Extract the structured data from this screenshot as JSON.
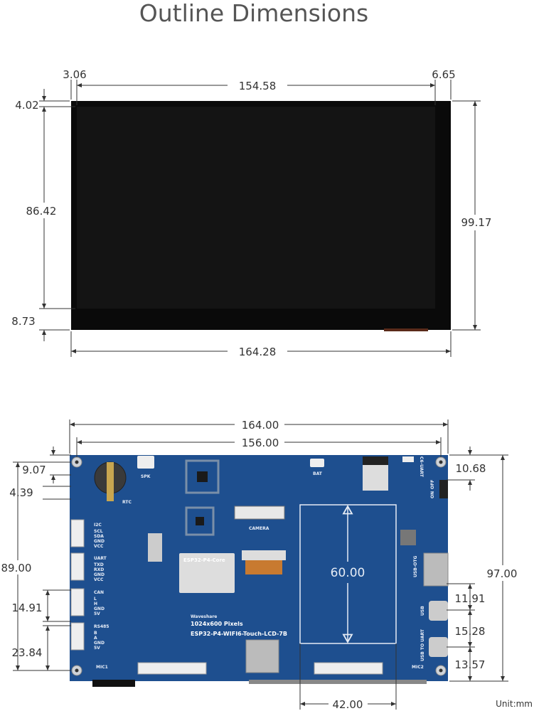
{
  "title": "Outline Dimensions",
  "lcd_view": {
    "dims": {
      "left_margin": "3.06",
      "active_width": "154.58",
      "right_margin": "6.65",
      "top_margin": "4.02",
      "active_height": "86.42",
      "bottom_margin": "8.73",
      "total_height": "99.17",
      "total_width": "164.28"
    }
  },
  "board_view": {
    "dims": {
      "total_width": "164.00",
      "hole_spacing_x": "156.00",
      "left_top_offset": "9.07",
      "left_button_gap": "4.39",
      "hole_spacing_y": "89.00",
      "can_spacing": "14.91",
      "rs485_offset": "23.84",
      "total_height": "97.00",
      "switch_offset": "10.68",
      "usb_otg_gap": "11.91",
      "usb_gap": "15.28",
      "usb_uart_offset": "13.57",
      "battery_area_height": "60.00",
      "battery_area_width": "42.00"
    },
    "silkscreen": {
      "spk": "SPK",
      "rtc": "RTC",
      "camera": "CAMERA",
      "bat": "BAT",
      "i2c": "I2C",
      "i2c_pins": [
        "SCL",
        "SDA",
        "GND",
        "VCC"
      ],
      "uart": "UART",
      "uart_pins": [
        "TXD",
        "RXD",
        "GND",
        "VCC"
      ],
      "can": "CAN",
      "can_pins": [
        "L",
        "H",
        "GND",
        "5V"
      ],
      "rs485": "RS485",
      "rs485_pins": [
        "B",
        "A",
        "GND",
        "5V"
      ],
      "module": "ESP32-P4-Core",
      "brand": "Waveshare",
      "resolution": "1024x600 Pixels",
      "model": "ESP32-P4-WIFI6-Touch-LCD-7B",
      "mic1": "MIC1",
      "mic2": "MIC2",
      "c6_uart": "C6-UART",
      "on": "ON",
      "off": "OFF",
      "usb_otg": "USB-OTG",
      "usb": "USB",
      "usb_to_uart": "USB TO UART"
    }
  },
  "unit": "Unit:mm"
}
